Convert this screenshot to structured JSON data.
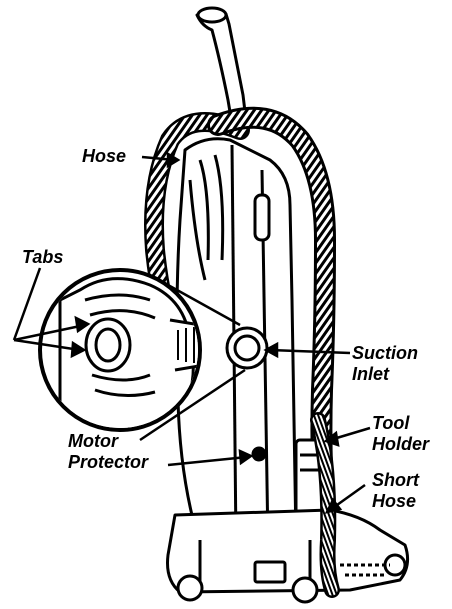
{
  "diagram": {
    "labels": {
      "hose": "Hose",
      "tabs": "Tabs",
      "suction_inlet": [
        "Suction",
        "Inlet"
      ],
      "tool_holder": [
        "Tool",
        "Holder"
      ],
      "motor_protector": [
        "Motor",
        "Protector"
      ],
      "short_hose": [
        "Short",
        "Hose"
      ]
    },
    "colors": {
      "ink": "#000000",
      "paper": "#ffffff"
    }
  }
}
